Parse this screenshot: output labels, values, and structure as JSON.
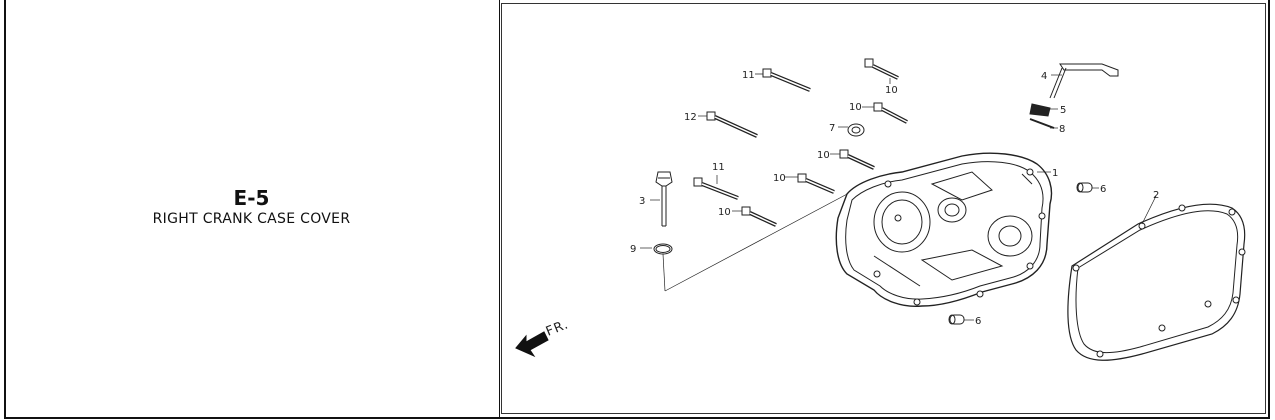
{
  "section": {
    "code": "E-5",
    "title": "RIGHT CRANK CASE COVER"
  },
  "diagram": {
    "callouts": [
      "1",
      "2",
      "3",
      "4",
      "5",
      "6",
      "6",
      "7",
      "8",
      "9",
      "10",
      "10",
      "10",
      "10",
      "10",
      "11",
      "11",
      "12"
    ],
    "direction_label": "FR."
  }
}
